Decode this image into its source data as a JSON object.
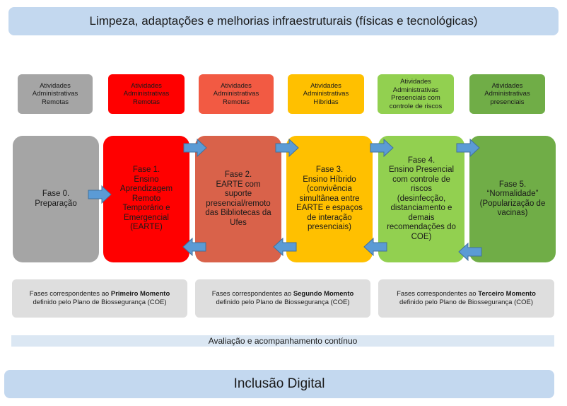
{
  "top_banner": "Limpeza, adaptações e melhorias infraestruturais (físicas e tecnológicas)",
  "activities": [
    {
      "text": "Atividades\nAdministrativas\nRemotas",
      "color": "#a5a5a5"
    },
    {
      "text": "Atividades\nAdministrativas\nRemotas",
      "color": "#ff0000"
    },
    {
      "text": "Atividades\nAdministrativas\nRemotas",
      "color": "#f25a43"
    },
    {
      "text": "Atividades\nAdministrativas\nHíbridas",
      "color": "#ffc000"
    },
    {
      "text": "Atividades\nAdministrativas\nPresenciais com\ncontrole de riscos",
      "color": "#92d050"
    },
    {
      "text": "Atividades\nAdministrativas\npresenciais",
      "color": "#70ad47"
    }
  ],
  "phases": [
    {
      "text": "Fase 0.\nPreparação",
      "color": "#a5a5a5"
    },
    {
      "text": "Fase 1.\nEnsino\nAprendizagem\nRemoto\nTemporário e\nEmergencial\n(EARTE)",
      "color": "#ff0000"
    },
    {
      "text": "Fase 2.\nEARTE com\nsuporte\npresencial/remoto\ndas Bibliotecas da\nUfes",
      "color": "#d9624a"
    },
    {
      "text": "Fase 3.\nEnsino Híbrido\n(convivência\nsimultânea entre\nEARTE e espaços\nde interação\npresenciais)",
      "color": "#ffc000"
    },
    {
      "text": "Fase 4.\nEnsino Presencial\ncom controle de\nriscos\n(desinfecção,\ndistanciamento e\ndemais\nrecomendações do\nCOE)",
      "color": "#92d050"
    },
    {
      "text": "Fase 5.\n“Normalidade”\n(Popularização de\nvacinas)",
      "color": "#70ad47"
    }
  ],
  "moments": [
    {
      "prefix": "Fases correspondentes ao ",
      "bold": "Primeiro Momento",
      "suffix": "definido pelo Plano de Biossegurança (COE)"
    },
    {
      "prefix": "Fases correspondentes ao ",
      "bold": "Segundo Momento",
      "suffix": "definido pelo Plano de Biossegurança (COE)"
    },
    {
      "prefix": "Fases correspondentes ao ",
      "bold": "Terceiro Momento",
      "suffix": "definido pelo Plano de Biossegurança (COE)"
    }
  ],
  "evaluation": "Avaliação e acompanhamento contínuo",
  "bottom_banner": "Inclusão Digital",
  "arrow_color": "#5b9bd5"
}
